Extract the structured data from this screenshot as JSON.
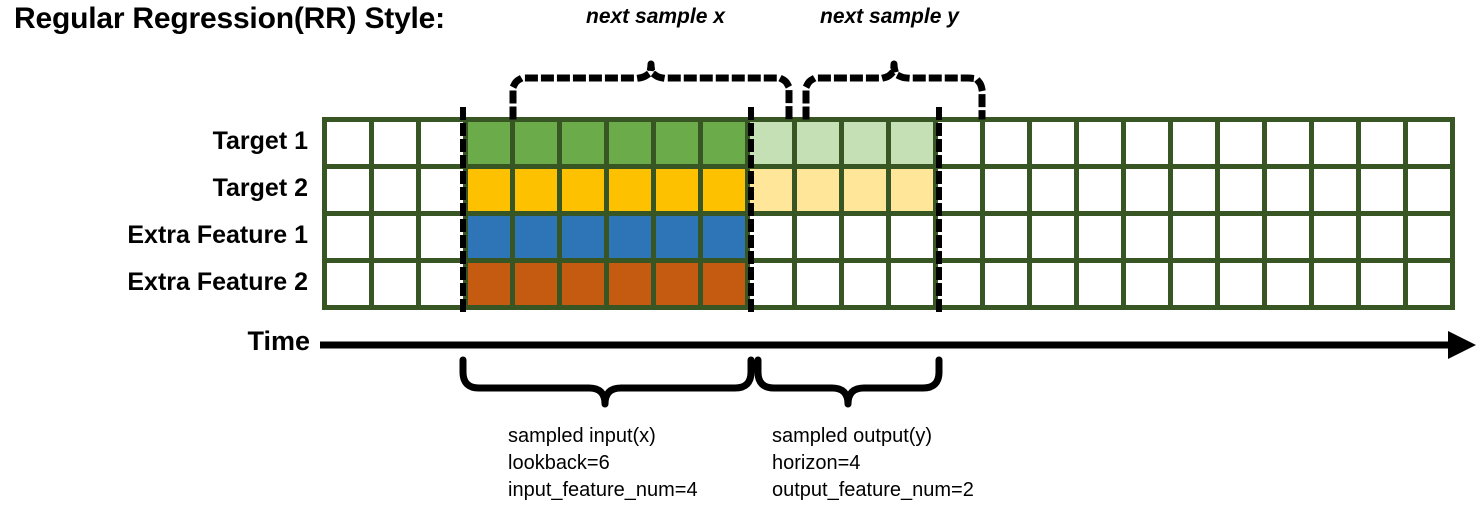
{
  "title": "Regular Regression(RR) Style:",
  "row_labels": [
    "Target 1",
    "Target 2",
    "Extra Feature 1",
    "Extra Feature 2"
  ],
  "time_axis": {
    "label": "Time",
    "arrow": "right-arrow-icon"
  },
  "top_captions": {
    "next_sample_x": "next sample x",
    "next_sample_y": "next sample y"
  },
  "bottom_notes": {
    "input": {
      "line1": "sampled input(x)",
      "line2": "lookback=6",
      "line3": "input_feature_num=4"
    },
    "output": {
      "line1": "sampled output(y)",
      "line2": "horizon=4",
      "line3": "output_feature_num=2"
    }
  },
  "grid": {
    "columns": 24,
    "rows": 4,
    "lookback_start_col": 3,
    "lookback_len": 6,
    "horizon_start_col": 9,
    "horizon_len": 4,
    "cell_classes": [
      [
        "",
        "",
        "",
        "green",
        "green",
        "green",
        "green",
        "green",
        "green",
        "greenlight",
        "greenlight",
        "greenlight",
        "greenlight",
        "",
        "",
        "",
        "",
        "",
        "",
        "",
        "",
        "",
        "",
        ""
      ],
      [
        "",
        "",
        "",
        "gold",
        "gold",
        "gold",
        "gold",
        "gold",
        "gold",
        "goldlight",
        "goldlight",
        "goldlight",
        "goldlight",
        "",
        "",
        "",
        "",
        "",
        "",
        "",
        "",
        "",
        "",
        ""
      ],
      [
        "",
        "",
        "",
        "blue",
        "blue",
        "blue",
        "blue",
        "blue",
        "blue",
        "",
        "",
        "",
        "",
        "",
        "",
        "",
        "",
        "",
        "",
        "",
        "",
        "",
        "",
        ""
      ],
      [
        "",
        "",
        "",
        "orange",
        "orange",
        "orange",
        "orange",
        "orange",
        "orange",
        "",
        "",
        "",
        "",
        "",
        "",
        "",
        "",
        "",
        "",
        "",
        "",
        "",
        "",
        ""
      ]
    ]
  },
  "colors": {
    "border": "#375623",
    "target1_dark": "#6cab4a",
    "target1_light": "#c5e0b4",
    "target2_dark": "#fdc100",
    "target2_light": "#ffe699",
    "extra1": "#2d75b6",
    "extra2": "#c55a11",
    "line": "#000000"
  }
}
